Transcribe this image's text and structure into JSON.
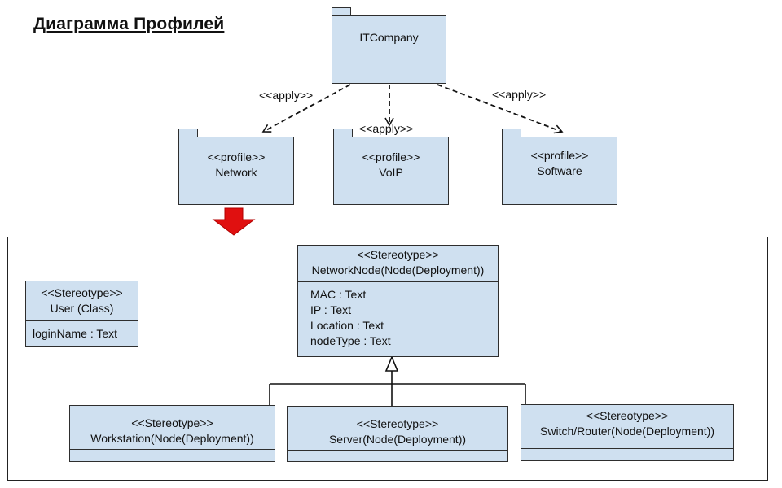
{
  "title": "Диаграмма Профилей",
  "root_package": {
    "label": "ITCompany"
  },
  "apply_label": "<<apply>>",
  "profiles": [
    {
      "stereotype": "<<profile>>",
      "name": "Network"
    },
    {
      "stereotype": "<<profile>>",
      "name": "VoIP"
    },
    {
      "stereotype": "<<profile>>",
      "name": "Software"
    }
  ],
  "user_class": {
    "stereotype": "<<Stereotype>>",
    "name": "User (Class)",
    "attributes": [
      "loginName : Text"
    ]
  },
  "network_node": {
    "stereotype": "<<Stereotype>>",
    "name": "NetworkNode(Node(Deployment))",
    "attributes": [
      "MAC : Text",
      "IP : Text",
      "Location : Text",
      "nodeType : Text"
    ]
  },
  "children": [
    {
      "stereotype": "<<Stereotype>>",
      "name": "Workstation(Node(Deployment))"
    },
    {
      "stereotype": "<<Stereotype>>",
      "name": "Server(Node(Deployment))"
    },
    {
      "stereotype": "<<Stereotype>>",
      "name": "Switch/Router(Node(Deployment))"
    }
  ],
  "colors": {
    "fill": "#cfe0f0",
    "stroke": "#2e2e2e",
    "arrow_red": "#e01010"
  }
}
